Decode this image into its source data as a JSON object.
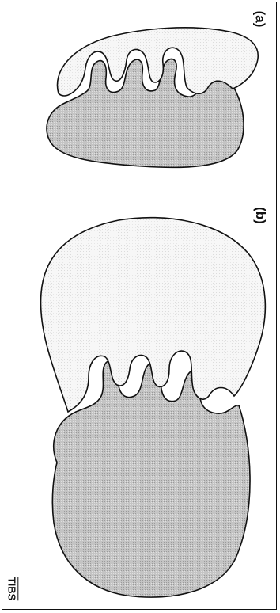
{
  "panels": [
    {
      "id": "a",
      "label": "(a)"
    },
    {
      "id": "b",
      "label": "(b)"
    }
  ],
  "journal_mark": "TIBS",
  "colors": {
    "outline": "#111111",
    "shaded_fill": "#bdbdbd",
    "light_fill": "#f4f4f4",
    "background": "#ffffff"
  }
}
